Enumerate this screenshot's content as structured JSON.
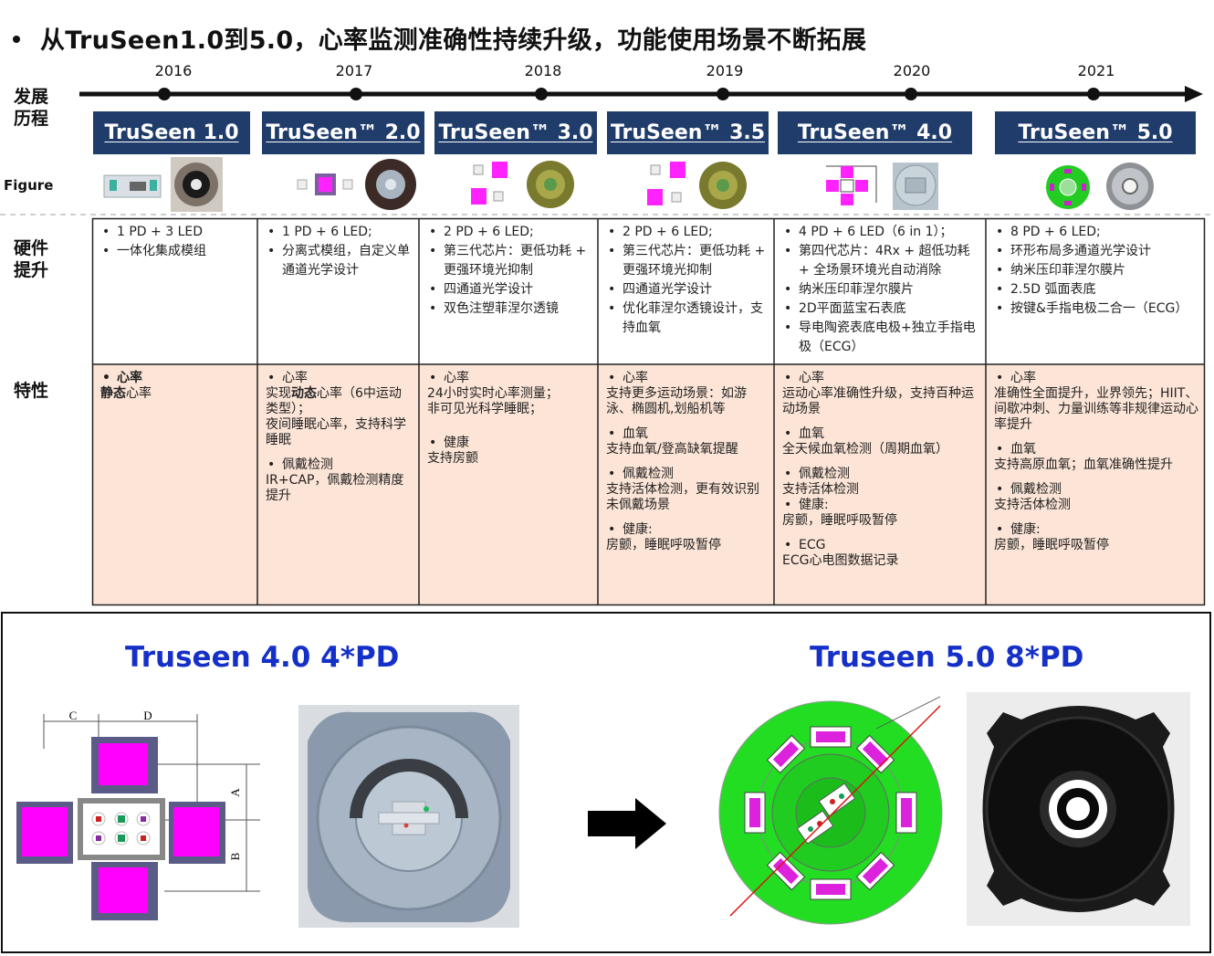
{
  "title": "从TruSeen1.0到5.0，心率监测准确性持续升级，功能使用场景不断拓展",
  "row_labels": {
    "history": "发展\n历程",
    "figure": "Figure",
    "hardware": "硬件\n提升",
    "features": "特性"
  },
  "years": [
    "2016",
    "2017",
    "2018",
    "2019",
    "2020",
    "2021"
  ],
  "versions": [
    "TruSeen 1.0",
    "TruSeen™ 2.0",
    "TruSeen™ 3.0",
    "TruSeen™ 3.5",
    "TruSeen™ 4.0",
    "TruSeen™ 5.0"
  ],
  "hardware": [
    [
      "1 PD + 3 LED",
      "一体化集成模组"
    ],
    [
      "1 PD + 6 LED;",
      "分离式模组，自定义单通道光学设计"
    ],
    [
      "2 PD + 6 LED;",
      "第三代芯片：更低功耗 + 更强环境光抑制",
      "四通道光学设计",
      "双色注塑菲涅尔透镜"
    ],
    [
      "2 PD + 6 LED;",
      "第三代芯片：更低功耗 + 更强环境光抑制",
      "四通道光学设计",
      "优化菲涅尔透镜设计，支持血氧"
    ],
    [
      "4 PD + 6 LED（6 in 1）；",
      "第四代芯片：4Rx + 超低功耗 + 全场景环境光自动消除",
      "纳米压印菲涅尔膜片",
      "2D平面蓝宝石表底",
      "导电陶瓷表底电极+独立手指电极（ECG）"
    ],
    [
      "8 PD + 6 LED;",
      "环形布局多通道光学设计",
      "纳米压印菲涅尔膜片",
      "2.5D 弧面表底",
      "按键&手指电极二合一（ECG）"
    ]
  ],
  "features": {
    "c1": {
      "h1": "心率",
      "b1": "静态",
      "t1": "心率"
    },
    "c2": {
      "h1": "心率",
      "l1a": "实现",
      "l1b": "动态",
      "l1c": "心率（6中运动类型）；",
      "l2": "夜间睡眠心率，支持科学睡眠",
      "h2": "佩戴检测",
      "l3": "IR+CAP，佩戴检测精度提升"
    },
    "c3": {
      "h1": "心率",
      "l1": "24小时实时心率测量；",
      "l2": "非可见光科学睡眠；",
      "h2": "健康",
      "l3": "支持房颤"
    },
    "c4": {
      "h1": "心率",
      "l1": "支持更多运动场景：如游泳、椭圆机,划船机等",
      "h2": "血氧",
      "l2": "支持血氧/登高缺氧提醒",
      "h3": "佩戴检测",
      "l3": "支持活体检测，更有效识别未佩戴场景",
      "h4": "健康:",
      "l4": "房颤，睡眠呼吸暂停"
    },
    "c5": {
      "h1": "心率",
      "l1": "运动心率准确性升级，支持百种运动场景",
      "h2": "血氧",
      "l2": "全天候血氧检测（周期血氧）",
      "h3": "佩戴检测",
      "l3": "支持活体检测",
      "h4": "健康:",
      "l4": "房颤，睡眠呼吸暂停",
      "h5": "ECG",
      "l5": "ECG心电图数据记录"
    },
    "c6": {
      "h1": "心率",
      "l1": "准确性全面提升，业界领先；HIIT、间歇冲刺、力量训练等非规律运动心率提升",
      "h2": "血氧",
      "l2": "支持高原血氧；血氧准确性提升",
      "h3": "佩戴检测",
      "l3": "支持活体检测",
      "h4": "健康:",
      "l4": "房颤，睡眠呼吸暂停"
    }
  },
  "bottom": {
    "left_title": "Truseen 4.0  4*PD",
    "right_title": "Truseen 5.0  8*PD",
    "dim_labels": {
      "c": "C",
      "d": "D",
      "a": "A",
      "b": "B"
    }
  },
  "colors": {
    "banner": "#1f3c6a",
    "feature_bg": "#fce4d6",
    "bottom_title": "#1530c8",
    "sensor_green": "#22cc22",
    "led_magenta": "#ff22ff"
  }
}
